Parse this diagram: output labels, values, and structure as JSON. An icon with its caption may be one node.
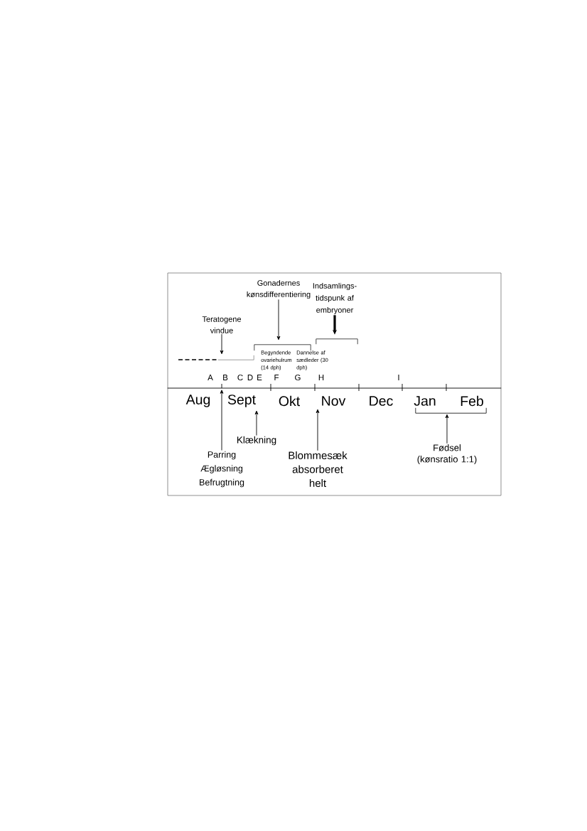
{
  "diagram": {
    "nodes": [
      {
        "text": [
          "Teratogene vindue"
        ]
      },
      {
        "text": [
          "Gonadernes kønsdifferentiering"
        ]
      },
      {
        "text": [
          "Indsamlings- tidspunk af embryoner"
        ]
      },
      {
        "text": [
          "Klækning"
        ]
      },
      {
        "text": [
          "Parring Ægløsning Befrugtning"
        ]
      },
      {
        "text": [
          "Blommesæk absorberet helt"
        ]
      },
      {
        "text": [
          "Fødsel (kønsratio 1:1)"
        ]
      },
      {
        "text": [],
        "shape": "line"
      },
      {
        "text": [],
        "shape": "bracket"
      },
      {
        "text": [],
        "shape": "bracket"
      },
      {
        "text": [],
        "shape": "line"
      },
      {
        "text": [],
        "shape": "bracket"
      },
      {
        "text": [
          "Sept"
        ]
      },
      {
        "text": [
          "Nov"
        ]
      }
    ],
    "edges": [
      {
        "from": 0,
        "to": 7,
        "arrow": "to"
      },
      {
        "from": 1,
        "to": 8,
        "arrow": "to"
      },
      {
        "from": 2,
        "to": 9,
        "arrow": "to",
        "style": "thick"
      },
      {
        "from": 3,
        "to": 12,
        "arrow": "to"
      },
      {
        "from": 4,
        "to": 10,
        "arrow": "to"
      },
      {
        "from": 5,
        "to": 13,
        "arrow": "to"
      },
      {
        "from": 6,
        "to": 11,
        "arrow": "to"
      }
    ],
    "labels": [
      "Begyndende ovariehulrum (14 dph)",
      "Dannelse af sædleder (30 dph)",
      "A",
      "B",
      "C",
      "D",
      "E",
      "F",
      "G",
      "H",
      "I",
      "Aug",
      "Okt",
      "Dec",
      "Jan",
      "Feb"
    ]
  }
}
